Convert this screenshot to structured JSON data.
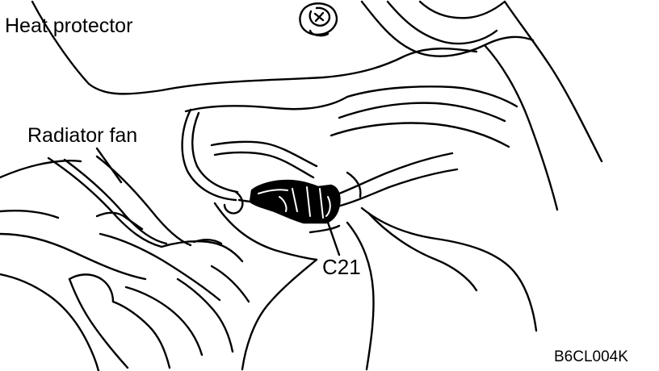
{
  "diagram": {
    "labels": {
      "heat_protector": "Heat protector",
      "radiator_fan": "Radiator fan",
      "connector": "C21",
      "figure_code": "B6CL004K"
    },
    "colors": {
      "ink": "#000000",
      "paper": "#ffffff"
    }
  }
}
